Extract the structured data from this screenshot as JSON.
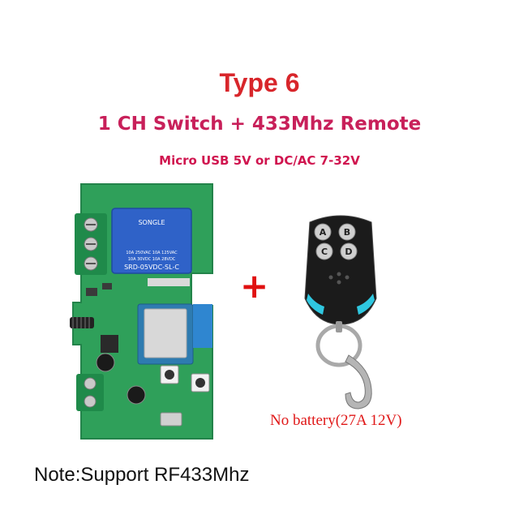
{
  "title": "Type 6",
  "subtitle": "1 CH Switch + 433Mhz Remote",
  "power": "Micro USB 5V or DC/AC 7-32V",
  "plus": "+",
  "battery": "No battery(27A 12V)",
  "note": "Note:Support RF433Mhz",
  "relay": {
    "brand": "SONGLE",
    "line1": "10A 250VAC   10A 125VAC",
    "line2": "10A 30VDC    10A 28VDC",
    "model": "SRD-05VDC-SL-C"
  },
  "remote_buttons": [
    "A",
    "B",
    "C",
    "D"
  ],
  "colors": {
    "title": "#d8262b",
    "subtitle": "#c8205a",
    "pcb": "#2fa05a",
    "terminal": "#1f8a4a",
    "relay": "#2f62c8",
    "remote_body": "#1b1b1b",
    "remote_accent": "#2fc7e0"
  }
}
